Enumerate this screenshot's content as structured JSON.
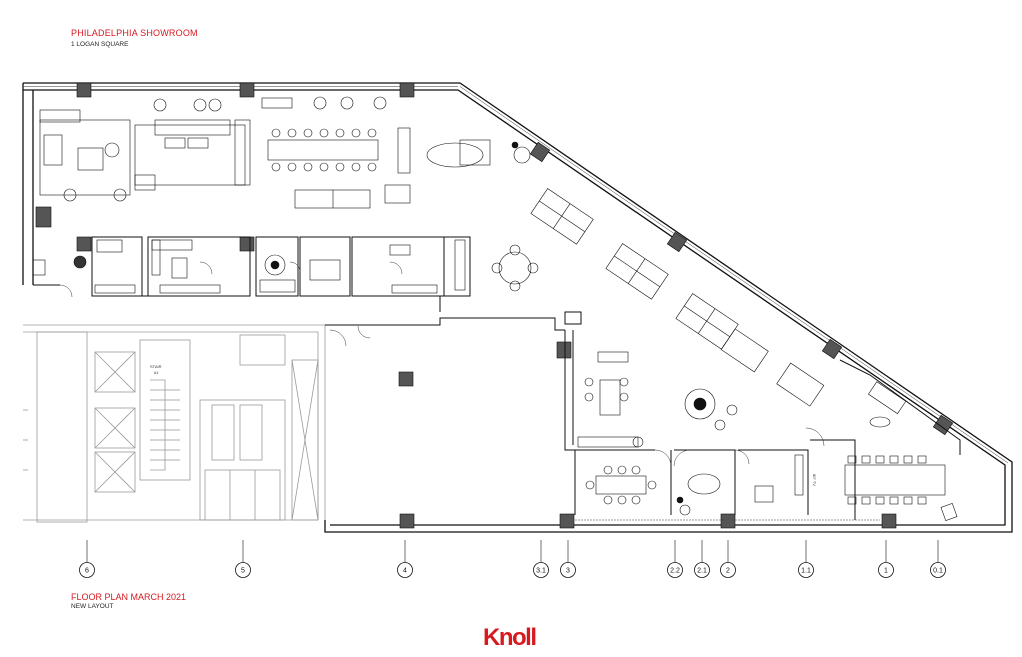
{
  "header": {
    "title": "PHILADELPHIA SHOWROOM",
    "subtitle": "1 LOGAN SQUARE"
  },
  "footer": {
    "title": "FLOOR PLAN MARCH 2021",
    "subtitle": "NEW LAYOUT"
  },
  "logo": {
    "text": "Knoll",
    "color": "#d71920"
  },
  "gridlines": [
    "6",
    "5",
    "4",
    "3.1",
    "3",
    "2.2",
    "2.1",
    "2",
    "1.1",
    "1",
    "0.1"
  ],
  "room_labels": {
    "stair": "STAIR",
    "stair_num": "#1",
    "tv": "80\" TV"
  },
  "colors": {
    "accent": "#d71920",
    "line": "#111111",
    "grey": "#9a9a9a"
  }
}
